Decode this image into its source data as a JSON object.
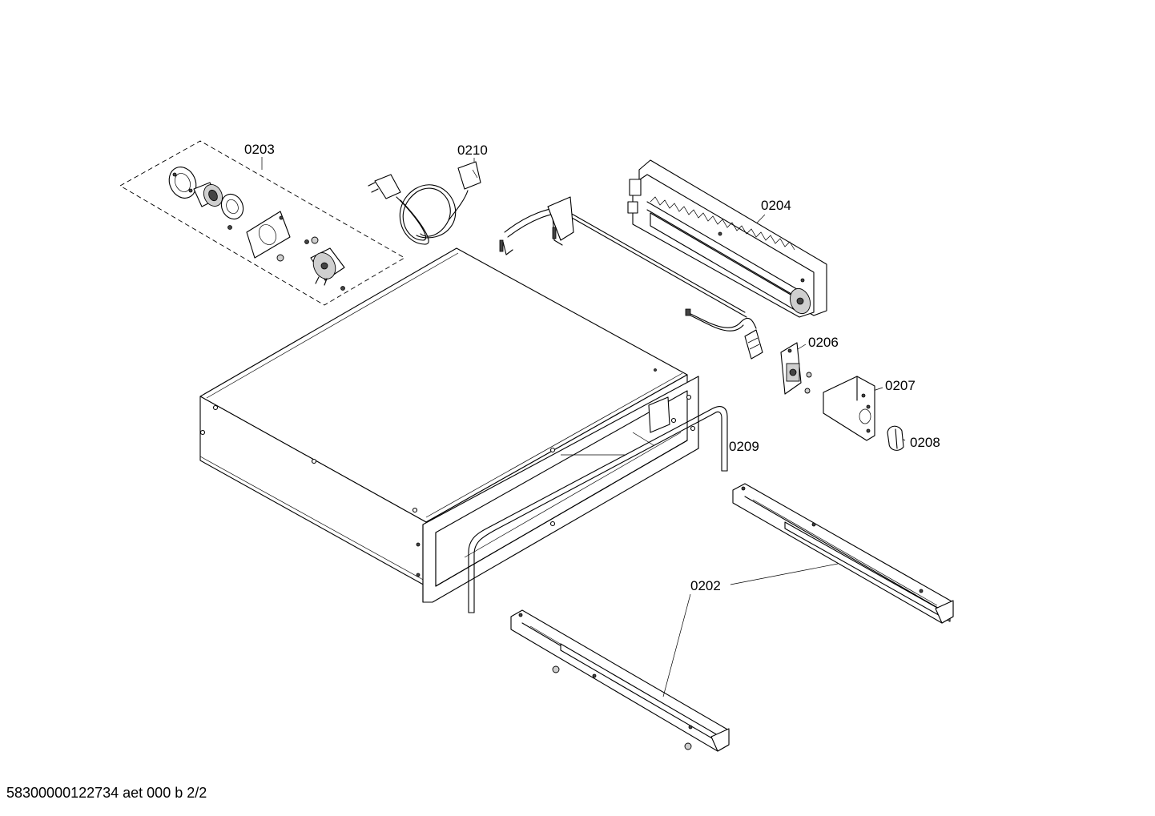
{
  "diagram": {
    "callouts": {
      "c0203": "0203",
      "c0210": "0210",
      "c0204": "0204",
      "c0206": "0206",
      "c0207": "0207",
      "c0208": "0208",
      "c0209": "0209",
      "c0202": "0202"
    }
  },
  "footer": {
    "document_code": "58300000122734 aet 000 b 2/2"
  }
}
